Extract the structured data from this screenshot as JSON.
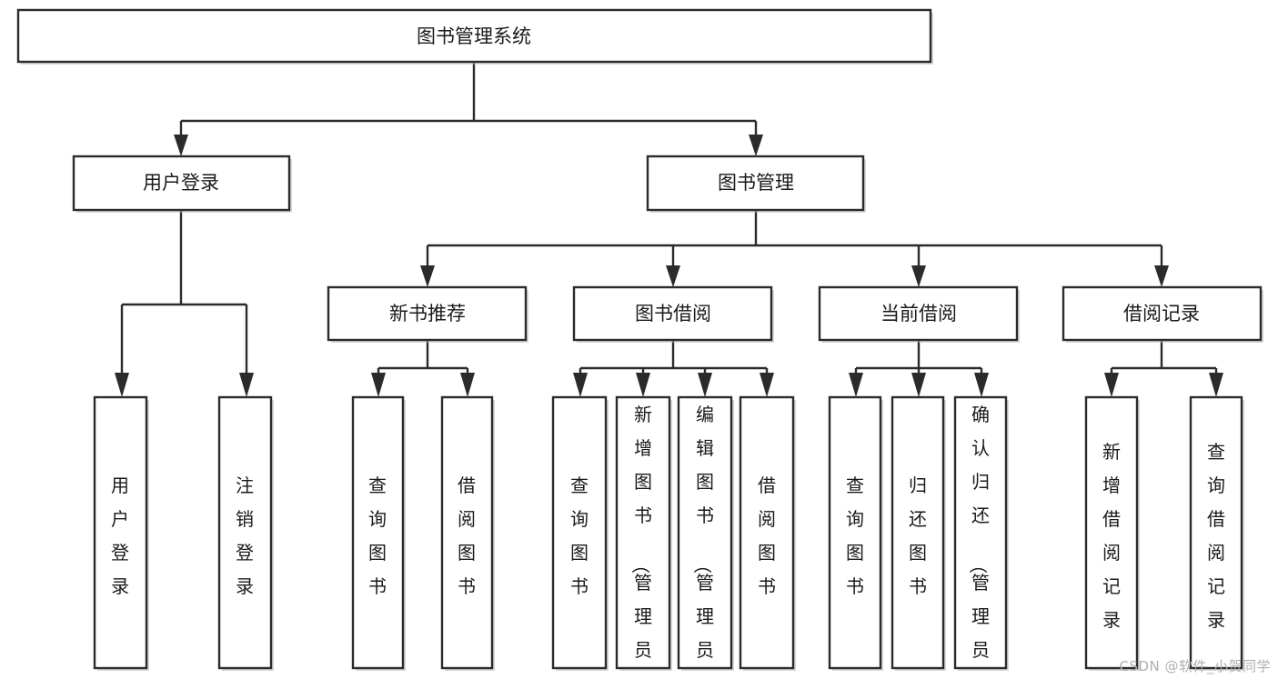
{
  "diagram": {
    "type": "hierarchy-tree",
    "title": "图书管理系统",
    "orientation": "top-down",
    "root": {
      "id": "root",
      "label": "图书管理系统",
      "text_orientation": "horizontal"
    },
    "level2": [
      {
        "id": "user-login",
        "label": "用户登录",
        "text_orientation": "horizontal"
      },
      {
        "id": "book-manage",
        "label": "图书管理",
        "text_orientation": "horizontal"
      }
    ],
    "level3": [
      {
        "id": "new-book-rec",
        "label": "新书推荐",
        "parent": "book-manage",
        "text_orientation": "horizontal"
      },
      {
        "id": "book-borrow",
        "label": "图书借阅",
        "parent": "book-manage",
        "text_orientation": "horizontal"
      },
      {
        "id": "current-borrow",
        "label": "当前借阅",
        "parent": "book-manage",
        "text_orientation": "horizontal"
      },
      {
        "id": "borrow-record",
        "label": "借阅记录",
        "parent": "book-manage",
        "text_orientation": "horizontal"
      }
    ],
    "leaves": [
      {
        "id": "leaf-user-login",
        "label": "用户登录",
        "parent": "user-login",
        "text_orientation": "vertical"
      },
      {
        "id": "leaf-logout",
        "label": "注销登录",
        "parent": "user-login",
        "text_orientation": "vertical"
      },
      {
        "id": "leaf-query-book-1",
        "label": "查询图书",
        "parent": "new-book-rec",
        "text_orientation": "vertical"
      },
      {
        "id": "leaf-borrow-book-1",
        "label": "借阅图书",
        "parent": "new-book-rec",
        "text_orientation": "vertical"
      },
      {
        "id": "leaf-query-book-2",
        "label": "查询图书",
        "parent": "book-borrow",
        "text_orientation": "vertical"
      },
      {
        "id": "leaf-add-book",
        "label": "新增图书（管理员）",
        "parent": "book-borrow",
        "text_orientation": "vertical"
      },
      {
        "id": "leaf-edit-book",
        "label": "编辑图书（管理员）",
        "parent": "book-borrow",
        "text_orientation": "vertical"
      },
      {
        "id": "leaf-borrow-book-2",
        "label": "借阅图书",
        "parent": "book-borrow",
        "text_orientation": "vertical"
      },
      {
        "id": "leaf-query-book-3",
        "label": "查询图书",
        "parent": "current-borrow",
        "text_orientation": "vertical"
      },
      {
        "id": "leaf-return-book",
        "label": "归还图书",
        "parent": "current-borrow",
        "text_orientation": "vertical"
      },
      {
        "id": "leaf-confirm-return",
        "label": "确认归还（管理员）",
        "parent": "current-borrow",
        "text_orientation": "vertical"
      },
      {
        "id": "leaf-add-record",
        "label": "新增借阅记录",
        "parent": "borrow-record",
        "text_orientation": "vertical"
      },
      {
        "id": "leaf-query-record",
        "label": "查询借阅记录",
        "parent": "borrow-record",
        "text_orientation": "vertical"
      }
    ],
    "colors": {
      "background": "#ffffff",
      "box_fill": "#ffffff",
      "box_stroke": "#2b2b2b",
      "connector": "#2b2b2b",
      "text": "#1a1a1a",
      "watermark": "#b0b0b0"
    }
  },
  "watermark": {
    "text": "CSDN @软件_小贺同学"
  }
}
